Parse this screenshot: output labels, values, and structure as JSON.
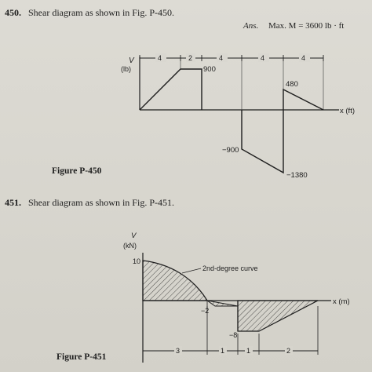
{
  "p450": {
    "number": "450.",
    "statement": "Shear diagram as shown in Fig. P-450.",
    "ans_label": "Ans.",
    "ans_value": "Max. M = 3600 lb · ft",
    "figure_label": "Figure P-450",
    "v_label": "V",
    "v_unit": "(lb)",
    "x_label": "x (ft)",
    "spans": [
      "4",
      "2",
      "4",
      "4",
      "4"
    ],
    "values": {
      "v900_top": "900",
      "v480": "480",
      "v900_bot": "−900",
      "v1380": "−1380"
    }
  },
  "p451": {
    "number": "451.",
    "statement": "Shear diagram as shown in Fig. P-451.",
    "figure_label": "Figure P-451",
    "v_label": "V",
    "v_unit": "(kN)",
    "x_label": "x (m)",
    "curve_note": "2nd-degree curve",
    "values": {
      "v10": "10",
      "vneg2": "−2",
      "vneg8": "−8"
    },
    "spans": [
      "3",
      "1",
      "1",
      "2"
    ]
  }
}
